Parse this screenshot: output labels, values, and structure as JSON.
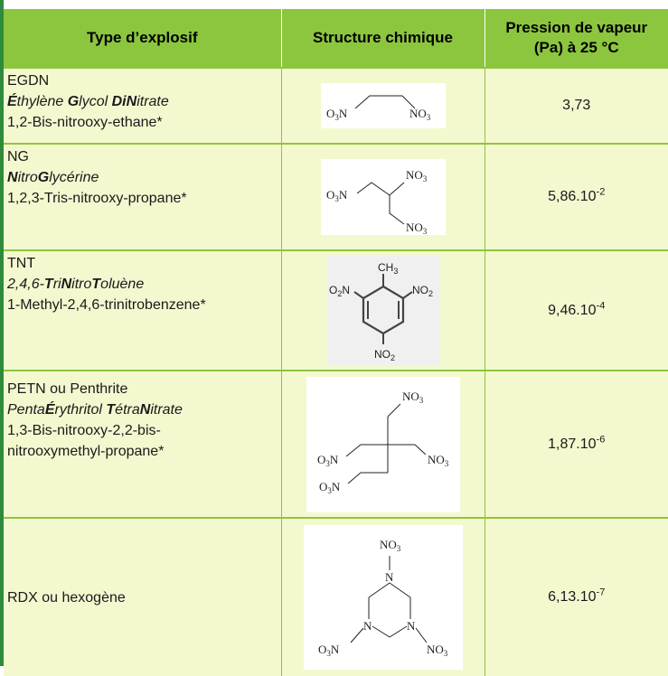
{
  "headers": {
    "type": "Type d’explosif",
    "structure": "Structure chimique",
    "pressure_line1": "Pression de vapeur",
    "pressure_line2": "(Pa) à 25 °C"
  },
  "rows": [
    {
      "name": "EGDN",
      "full_parts": [
        [
          "É",
          true
        ],
        [
          "thylène ",
          false
        ],
        [
          "G",
          true
        ],
        [
          "lycol ",
          false
        ],
        [
          "DiN",
          true
        ],
        [
          "itrate",
          false
        ]
      ],
      "iupac": "1,2-Bis-nitrooxy-ethane*",
      "pressure_base": "3,73",
      "pressure_exp": "",
      "formula_labels": [
        "O3N",
        "NO3"
      ]
    },
    {
      "name": "NG",
      "full_parts": [
        [
          "N",
          true
        ],
        [
          "itro",
          false
        ],
        [
          "G",
          true
        ],
        [
          "lycérine",
          false
        ]
      ],
      "iupac": "1,2,3-Tris-nitrooxy-propane*",
      "pressure_base": "5,86.10",
      "pressure_exp": "-2",
      "formula_labels": [
        "O3N",
        "NO3",
        "NO3"
      ]
    },
    {
      "name": "TNT",
      "full_parts": [
        [
          "2,4,6-",
          false
        ],
        [
          "T",
          true
        ],
        [
          "ri",
          false
        ],
        [
          "N",
          true
        ],
        [
          "itro",
          false
        ],
        [
          "T",
          true
        ],
        [
          "oluène",
          false
        ]
      ],
      "iupac": "1-Methyl-2,4,6-trinitrobenzene*",
      "pressure_base": "9,46.10",
      "pressure_exp": "-4",
      "formula_labels": [
        "CH3",
        "O2N",
        "NO2",
        "NO2"
      ]
    },
    {
      "name": "PETN ou Penthrite",
      "full_parts": [
        [
          "Penta",
          false
        ],
        [
          "É",
          true
        ],
        [
          "rythritol ",
          false
        ],
        [
          "T",
          true
        ],
        [
          "étra",
          false
        ],
        [
          "N",
          true
        ],
        [
          "itrate",
          false
        ]
      ],
      "iupac_lines": [
        "1,3-Bis-nitrooxy-2,2-bis-",
        "nitrooxymethyl-propane*"
      ],
      "pressure_base": "1,87.10",
      "pressure_exp": "-6",
      "formula_labels": [
        "NO3",
        "O3N",
        "NO3",
        "O3N"
      ]
    },
    {
      "name": "RDX ou hexogène",
      "pressure_base": "6,13.10",
      "pressure_exp": "-7",
      "formula_labels": [
        "NO3",
        "N",
        "N",
        "N",
        "O3N",
        "NO3"
      ]
    }
  ],
  "colors": {
    "header_bg": "#8cc63f",
    "row_bg": "#f4f8cf",
    "border": "#8cc63f",
    "left_bar": "#2f8a3c"
  }
}
